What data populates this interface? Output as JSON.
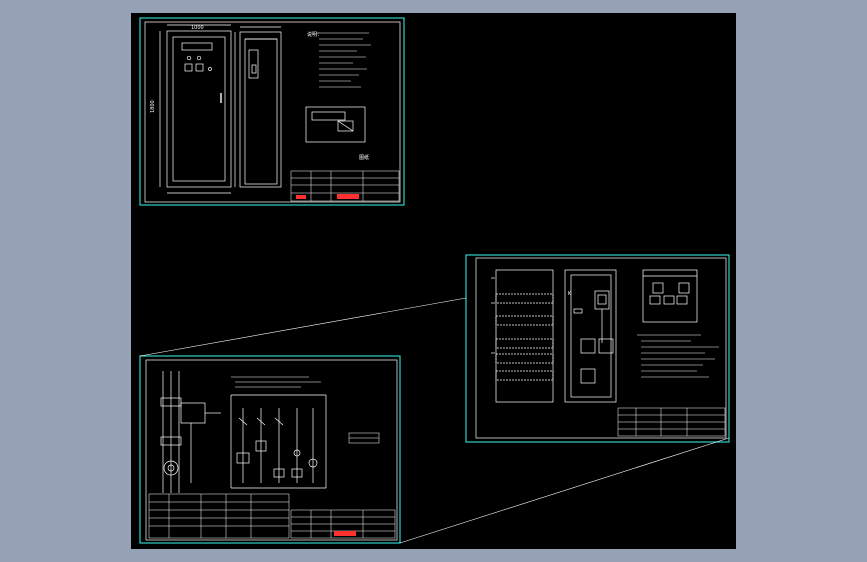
{
  "colors": {
    "background": "#95a1b5",
    "model_space": "#000000",
    "viewport_frame": "#2fd0c8",
    "linework": "#ffffff",
    "red_stamp": "#ff3030"
  },
  "drawing_texts": {
    "sheet1_label_1000": "1000",
    "sheet1_label_1800": "1800",
    "sheet1_note": "说明：",
    "sheet1_stamp": "图纸",
    "sheet3_label_k": "K"
  }
}
